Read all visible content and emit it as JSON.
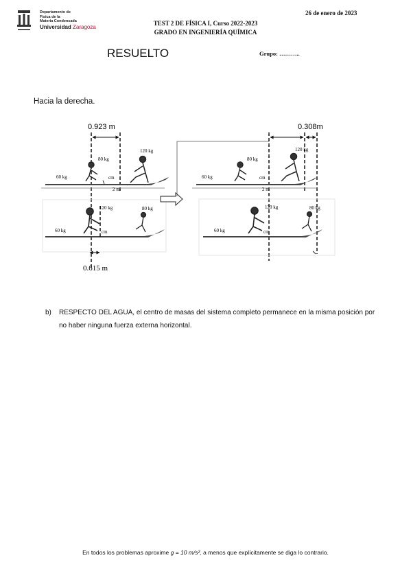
{
  "header": {
    "department_lines": [
      "Departamento de",
      "Física de la",
      "Materia Condensada"
    ],
    "university_prefix": "Universidad",
    "university_suffix": "Zaragoza",
    "date": "26 de enero de 2023",
    "title_line1": "TEST 2 DE FÍSICA I, Curso 2022-2023",
    "title_line2": "GRADO EN INGENIERÍA QUÍMICA",
    "resuelto": "RESUELTO",
    "grupo": "Grupo: ……….."
  },
  "answer_a": "Hacia la derecha.",
  "figure": {
    "top_left_distance": "0.923 m",
    "top_right_distance": "0.308m",
    "bottom_left_distance": "0.615 m",
    "mass_light": "80 kg",
    "mass_heavy": "120 kg",
    "mass_boat": "60 kg",
    "cm_label": "cm",
    "boat_length": "2 m"
  },
  "part_b": {
    "label": "b)",
    "text": "RESPECTO DEL AGUA, el centro de masas del sistema completo permanece en la misma posición por no haber ninguna fuerza externa horizontal."
  },
  "footer": {
    "prefix": "En todos los problemas aproxime ",
    "formula": "g = 10 m/s², ",
    "suffix": "a menos que explícitamente se diga lo contrario."
  }
}
